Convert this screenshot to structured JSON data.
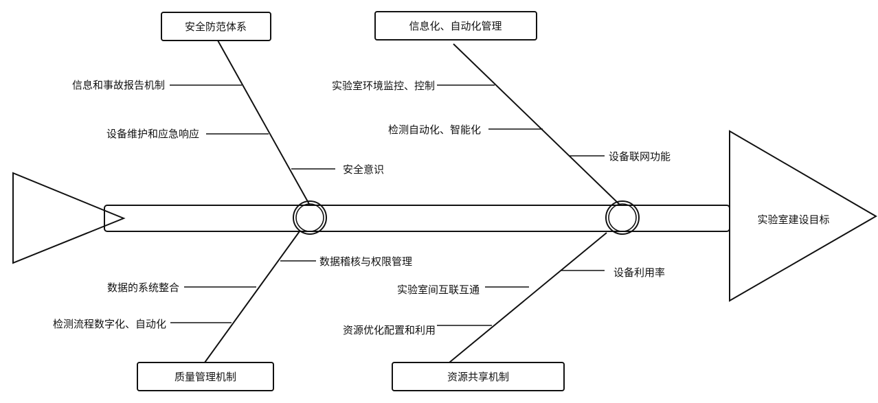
{
  "goal": "实验室建设目标",
  "categories": {
    "top_left": {
      "title": "安全防范体系",
      "causes": [
        "信息和事故报告机制",
        "设备维护和应急响应",
        "安全意识"
      ]
    },
    "top_right": {
      "title": "信息化、自动化管理",
      "causes": [
        "实验室环境监控、控制",
        "检测自动化、智能化",
        "设备联网功能"
      ]
    },
    "bottom_left": {
      "title": "质量管理机制",
      "causes": [
        "数据稽核与权限管理",
        "数据的系统整合",
        "检测流程数字化、自动化"
      ]
    },
    "bottom_right": {
      "title": "资源共享机制",
      "causes": [
        "设备利用率",
        "实验室间互联互通",
        "资源优化配置和利用"
      ]
    }
  },
  "colors": {
    "stroke": "#111111",
    "background": "#ffffff"
  }
}
